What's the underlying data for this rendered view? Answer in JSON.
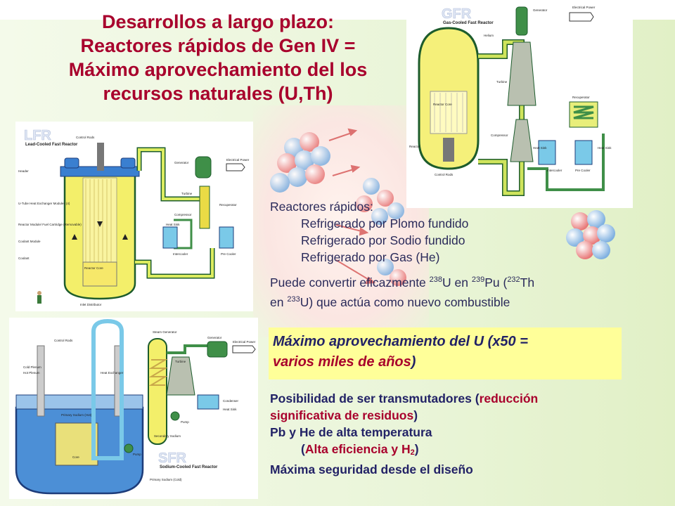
{
  "title": {
    "line1": "Desarrollos a largo plazo:",
    "line2": "Reactores rápidos de Gen IV =",
    "line3": "Máximo aprovechamiento del los",
    "line4": "recursos naturales (U,Th)"
  },
  "diagrams": {
    "lfr": {
      "logo": "LFR",
      "caption": "Lead-Cooled Fast Reactor",
      "labels": [
        "Control Rods",
        "Header",
        "U-Tube Heat Exchanger Modules (4)",
        "Reactor Module/ Fuel Cartridge (Removable)",
        "Coolant Module",
        "Coolant",
        "Reactor Core",
        "Inlet Distributor",
        "Generator",
        "Electrical Power",
        "Turbine",
        "Recuperator",
        "Compressor",
        "Heat Sink",
        "Intercooler",
        "Pre Cooler"
      ]
    },
    "gfr": {
      "logo": "GFR",
      "caption": "Gas-Cooled Fast Reactor",
      "labels": [
        "Generator",
        "Electrical Power",
        "Helium",
        "Turbine",
        "Recuperator",
        "Reactor Core",
        "Reactor",
        "Control Rods",
        "Compressor",
        "Heat Sink",
        "Intercooler",
        "Pre Cooler",
        "Heat Sink"
      ]
    },
    "sfr": {
      "logo": "SFR",
      "caption": "Sodium-Cooled Fast Reactor",
      "labels": [
        "Cold Plenum",
        "Hot Plenum",
        "Control Rods",
        "Heat Exchanger",
        "Steam Generator",
        "Turbine",
        "Generator",
        "Electrical Power",
        "Condenser",
        "Heat Sink",
        "Pump",
        "Primary Sodium (Hot)",
        "Core",
        "Pump",
        "Secondary Sodium",
        "Primary Sodium (Cold)"
      ]
    }
  },
  "body": {
    "heading": "Reactores rápidos",
    "heading_colon": ":",
    "item1": "Refrigerado por Plomo fundido",
    "item2": "Refrigerado por Sodio fundido",
    "item3": "Refrigerado por Gas (He)",
    "convert_a": "Puede convertir eficazmente ",
    "iso1": "238",
    "el1": "U en ",
    "iso2": "239",
    "el2": "Pu (",
    "iso3": "232",
    "el3": "Th",
    "convert_b": "en ",
    "iso4": "233",
    "convert_c": "U) que actúa como nuevo combustible"
  },
  "highlight": {
    "line1": "Máximo aprovechamiento del U (x50 =",
    "line2": "varios miles de años",
    "close_paren": ")"
  },
  "bottom": {
    "b1a": "Posibilidad de ser transmutadores (",
    "b1b": "reducción",
    "b1c": "significativa de residuos",
    "b1d": ")",
    "b2": "Pb y He de alta temperatura",
    "b3a": "(",
    "b3b": "Alta eficiencia y H",
    "b3sub": "2",
    "b3c": ")",
    "b4": "Máxima seguridad desde el diseño"
  },
  "colors": {
    "title_red": "#a8002c",
    "text_navy": "#2a2a5a",
    "highlight_yellow": "#ffff99",
    "background_green": "#eaf5d9",
    "reactor_yellow": "#f5f07a",
    "pipe_green": "#5aa83a",
    "pipe_dark": "#1f5c2e"
  }
}
